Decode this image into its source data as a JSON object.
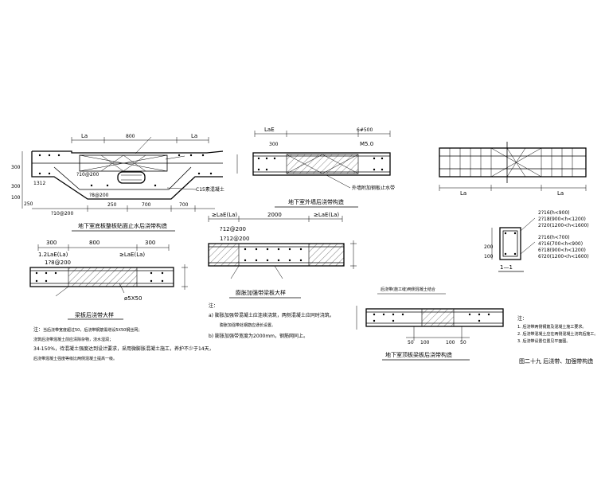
{
  "d1": {
    "title": "地下室底板整板贴面止水后浇带构造",
    "la_left": "La",
    "la_right": "La",
    "gap": "800",
    "bar_top": "?10@200",
    "bar_mid": "?8@200",
    "bar_bot": "?10@200",
    "d300": "300",
    "d100": "100",
    "d250": "250",
    "d700a": "700",
    "d700b": "700",
    "d250b": "250",
    "d300b": "300",
    "c15": "C15素混凝土",
    "v1312": "1312"
  },
  "d2": {
    "title": "地下室外墙后浇带构造",
    "lae": "LaE",
    "dim300": "300",
    "label_m5": "M5.0",
    "spacing": "6#500",
    "note": "外墙附加钢板止水带"
  },
  "d3": {
    "title": "梁板后浇带大样",
    "d300a": "300",
    "d800": "800",
    "d300b": "300",
    "lae_left": "1.2LaE(La)",
    "lae_right": "≥LaE(La)",
    "bar": "1?8@200",
    "mesh": "ø5X50",
    "note_head": "注：",
    "note1": "当后浇带宽度超过50，后浇带钢筋需增设5X50钢丝网；",
    "note2": "浇筑后浇带混凝土前应清除杂物，浇水湿润；",
    "note3": "34-150%，待混凝土强度达到设计要求，采用微膨胀混凝土施工，养护不少于14天，",
    "note4": "后浇带混凝土强度等级比两侧混凝土提高一级。"
  },
  "d4": {
    "title": "膨胀加强带梁板大样",
    "lae_left": "≥LaE(La)",
    "mid": "2000",
    "lae_right": "≥LaE(La)",
    "bar_a": "?12@200",
    "bar_b": "1?12@200",
    "note_head": "注：",
    "note_a": "a) 膨胀加强带混凝土应连续浇筑，两侧混凝土应同时浇筑。",
    "note_a2": "膨胀加强带处钢筋应通长设置。",
    "note_b": "b) 膨胀加强带宽度为2000mm，钢筋网同上。"
  },
  "d5": {
    "la_left": "La",
    "la_right": "La",
    "section": "1—1",
    "spec1": "2?16(h<900)",
    "spec2": "2?18(900<h<1200)",
    "spec3": "2?20(1200<h<1600)",
    "spec4": "2?16(h<700)",
    "spec5": "4?16(700<h<900)",
    "spec6": "6?18(900<h<1200)",
    "spec7": "6?20(1200<h<1600)",
    "d100": "100",
    "d200": "200"
  },
  "d6": {
    "title": "地下室顶板梁板后浇带构造",
    "label": "后浇带(施工缝)两侧混凝土结合",
    "d50": "50",
    "d100": "100",
    "d50b": "50",
    "d100b": "100",
    "note_head": "注：",
    "note1": "1. 后浇带两侧钢筋及混凝土施工要求。",
    "note2": "2. 后浇带混凝土应在两侧混凝土浇筑后施工。",
    "note3": "3. 后浇带设置位置见平面图。"
  },
  "fig_caption": "图二十九  后浇带、加强带构造"
}
